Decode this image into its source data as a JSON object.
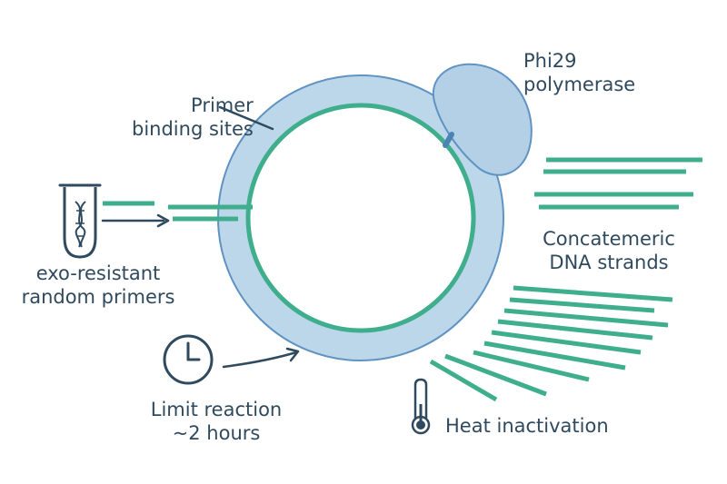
{
  "labels": {
    "primer_binding_sites": [
      "Primer",
      "binding sites"
    ],
    "phi29": [
      "Phi29",
      "polymerase"
    ],
    "primers": [
      "exo-resistant",
      "random primers"
    ],
    "concatemeric": [
      "Concatemeric",
      "DNA strands"
    ],
    "limit_reaction": [
      "Limit reaction",
      "~2 hours"
    ],
    "heat": "Heat inactivation"
  },
  "icons": {
    "tube": "tube-icon",
    "clock": "clock-icon",
    "thermometer": "thermometer-icon"
  },
  "colors": {
    "ring_fill": "#bcd6ea",
    "ring_stroke": "#5f93c2",
    "strand": "#3fae8c",
    "polymerase_fill": "#b3d0e7",
    "text": "#2f4a5e"
  }
}
